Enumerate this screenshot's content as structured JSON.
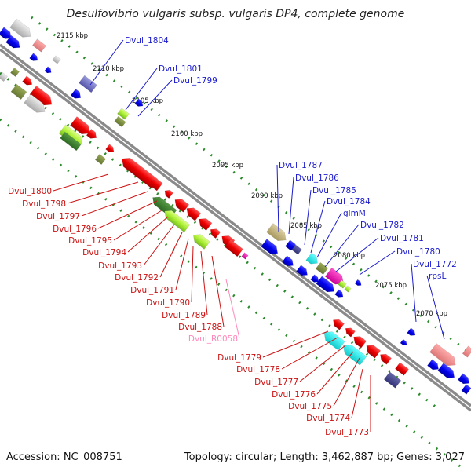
{
  "title": "Desulfovibrio vulgaris subsp. vulgaris DP4, complete genome",
  "accession": "Accession: NC_008751",
  "topology": "Topology: circular; Length: 3,462,887 bp; Genes: 3,027",
  "colors": {
    "forward_label": "#1a1acc",
    "reverse_label": "#cc1111",
    "rna_label": "#ff88bb",
    "backbone": "#808080",
    "ticks": "#2a8a2a"
  },
  "ticks": [
    "2115 kbp",
    "2110 kbp",
    "2105 kbp",
    "2100 kbp",
    "2095 kbp",
    "2090 kbp",
    "2085 kbp",
    "2080 kbp",
    "2075 kbp",
    "2070 kbp"
  ],
  "forward_labels": [
    "Dvul_1804",
    "Dvul_1801",
    "Dvul_1799",
    "Dvul_1787",
    "Dvul_1786",
    "Dvul_1785",
    "Dvul_1784",
    "glmM",
    "Dvul_1782",
    "Dvul_1781",
    "Dvul_1780",
    "Dvul_1772",
    "rpsL"
  ],
  "reverse_labels": [
    "Dvul_1800",
    "Dvul_1798",
    "Dvul_1797",
    "Dvul_1796",
    "Dvul_1795",
    "Dvul_1794",
    "Dvul_1793",
    "Dvul_1792",
    "Dvul_1791",
    "Dvul_1790",
    "Dvul_1789",
    "Dvul_1788",
    "Dvul_1779",
    "Dvul_1778",
    "Dvul_1777",
    "Dvul_1776",
    "Dvul_1775",
    "Dvul_1774",
    "Dvul_1773"
  ],
  "rna_labels": [
    "Dvul_R0058"
  ]
}
